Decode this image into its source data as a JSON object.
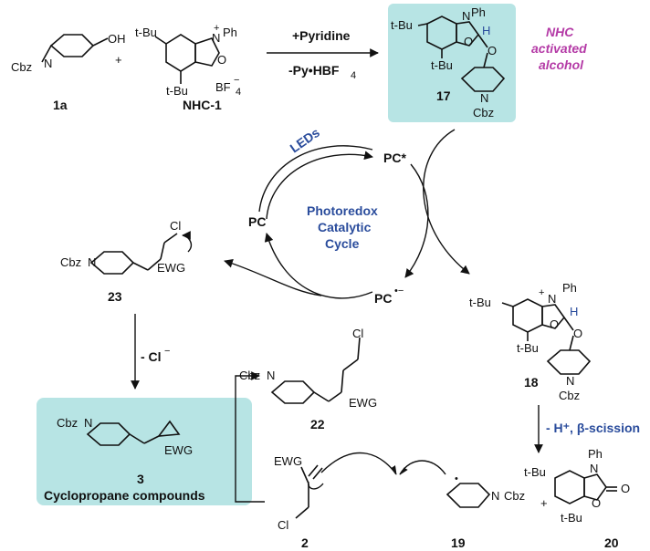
{
  "colors": {
    "highlight_box": "#b7e4e4",
    "accent_blue": "#2a4c9c",
    "accent_purple": "#b43aa6"
  },
  "compounds": {
    "c1a": "1a",
    "nhc1": "NHC-1",
    "c17": "17",
    "c18": "18",
    "c19": "19",
    "c20": "20",
    "c22": "22",
    "c23": "23",
    "c3": "3",
    "c2": "2"
  },
  "groups": {
    "cbz": "Cbz",
    "tbu": "t-Bu",
    "ph": "Ph",
    "oh": "OH",
    "bf4": "BF",
    "ewg": "EWG",
    "cl": "Cl",
    "n": "N",
    "o": "O",
    "h": "H"
  },
  "reagents": {
    "pyridine": "+Pyridine",
    "py_hbf4": "-Py•HBF"
  },
  "labels": {
    "nhc_activated": [
      "NHC",
      "activated",
      "alcohol"
    ],
    "leds": "LEDs",
    "cycle": [
      "Photoredox",
      "Catalytic",
      "Cycle"
    ],
    "pc_star": "PC*",
    "pc": "PC",
    "pc_radical": "PC",
    "minus_cl": "- Cl",
    "scission": "- H⁺, β-scission",
    "cyclopropane": "Cyclopropane compounds",
    "plus": "+"
  }
}
